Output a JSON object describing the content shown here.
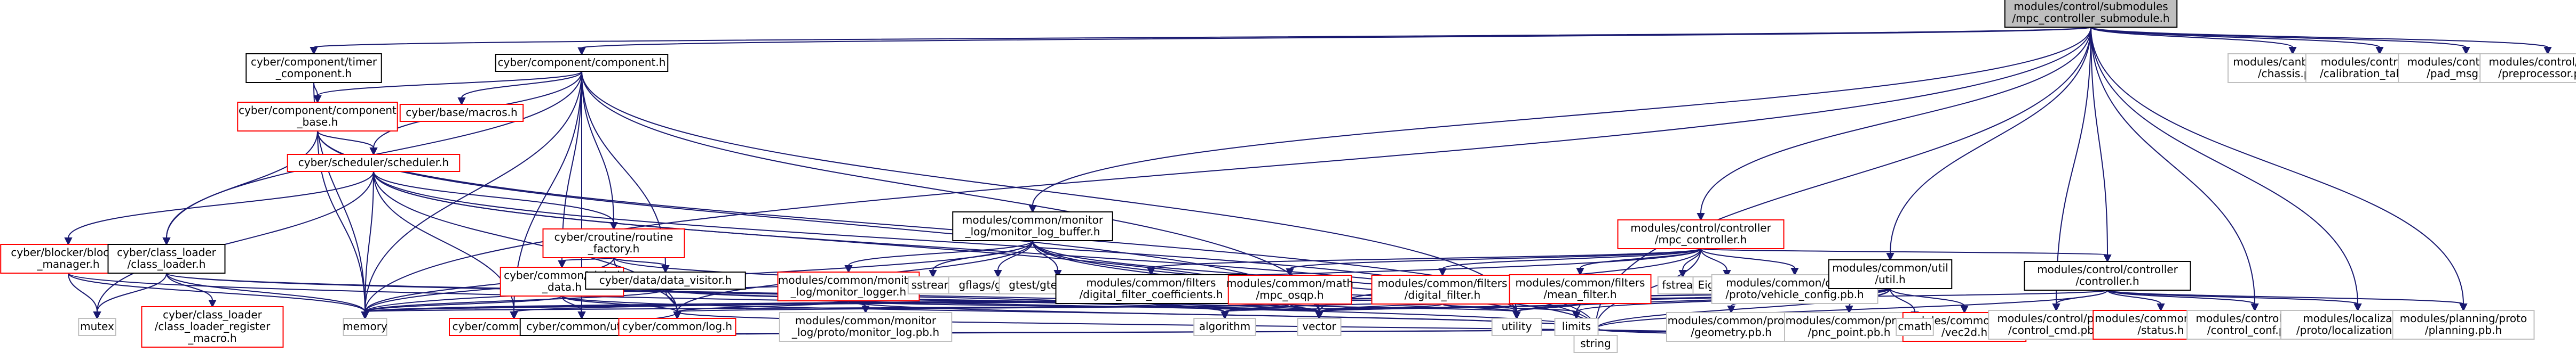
{
  "colors": {
    "edge": "#191970",
    "root_fill": "#bfbfbf",
    "root_stroke": "#000000",
    "internal_stroke": "#000000",
    "undocumented_stroke": "#ff0000",
    "external_stroke": "#bfbfbf",
    "node_fill": "#ffffff"
  },
  "nodes": [
    {
      "id": "root",
      "kind": "root",
      "lines": [
        "modules/control/submodules",
        "/mpc_controller_submodule.h"
      ]
    },
    {
      "id": "timer_component",
      "kind": "internal",
      "lines": [
        "cyber/component/timer",
        "_component.h"
      ]
    },
    {
      "id": "component",
      "kind": "internal",
      "lines": [
        "cyber/component/component.h"
      ]
    },
    {
      "id": "component_base",
      "kind": "undocumented",
      "lines": [
        "cyber/component/component",
        "_base.h"
      ]
    },
    {
      "id": "macros",
      "kind": "undocumented",
      "lines": [
        "cyber/base/macros.h"
      ]
    },
    {
      "id": "scheduler",
      "kind": "undocumented",
      "lines": [
        "cyber/scheduler/scheduler.h"
      ]
    },
    {
      "id": "blocker_manager",
      "kind": "undocumented",
      "lines": [
        "cyber/blocker/blocker",
        "_manager.h"
      ]
    },
    {
      "id": "class_loader",
      "kind": "internal",
      "lines": [
        "cyber/class_loader",
        "/class_loader.h"
      ]
    },
    {
      "id": "routine_factory",
      "kind": "undocumented",
      "lines": [
        "cyber/croutine/routine",
        "_factory.h"
      ]
    },
    {
      "id": "global_data",
      "kind": "undocumented",
      "lines": [
        "cyber/common/global",
        "_data.h"
      ]
    },
    {
      "id": "data_visitor",
      "kind": "internal",
      "lines": [
        "cyber/data/data_visitor.h"
      ]
    },
    {
      "id": "monitor_logger",
      "kind": "undocumented",
      "lines": [
        "modules/common/monitor",
        "_log/monitor_logger.h"
      ]
    },
    {
      "id": "mutex",
      "kind": "external",
      "lines": [
        "mutex"
      ]
    },
    {
      "id": "class_loader_register",
      "kind": "undocumented",
      "lines": [
        "cyber/class_loader",
        "/class_loader_register",
        "_macro.h"
      ]
    },
    {
      "id": "memory",
      "kind": "external",
      "lines": [
        "memory"
      ]
    },
    {
      "id": "types",
      "kind": "undocumented",
      "lines": [
        "cyber/common/types.h"
      ]
    },
    {
      "id": "util",
      "kind": "internal",
      "lines": [
        "cyber/common/util.h"
      ]
    },
    {
      "id": "log",
      "kind": "undocumented",
      "lines": [
        "cyber/common/log.h"
      ]
    },
    {
      "id": "monitor_log_pb",
      "kind": "external",
      "lines": [
        "modules/common/monitor",
        "_log/proto/monitor_log.pb.h"
      ]
    },
    {
      "id": "monitor_log_buffer",
      "kind": "internal",
      "lines": [
        "modules/common/monitor",
        "_log/monitor_log_buffer.h"
      ]
    },
    {
      "id": "sstream",
      "kind": "external",
      "lines": [
        "sstream"
      ]
    },
    {
      "id": "gflags",
      "kind": "external",
      "lines": [
        "gflags/gflags.h"
      ]
    },
    {
      "id": "gtest_prod",
      "kind": "external",
      "lines": [
        "gtest/gtest_prod.h"
      ]
    },
    {
      "id": "digital_filter_coefficients",
      "kind": "internal",
      "lines": [
        "modules/common/filters",
        "/digital_filter_coefficients.h"
      ]
    },
    {
      "id": "mpc_osqp",
      "kind": "undocumented",
      "lines": [
        "modules/common/math",
        "/mpc_osqp.h"
      ]
    },
    {
      "id": "digital_filter",
      "kind": "undocumented",
      "lines": [
        "modules/common/filters",
        "/digital_filter.h"
      ]
    },
    {
      "id": "mean_filter",
      "kind": "undocumented",
      "lines": [
        "modules/common/filters",
        "/mean_filter.h"
      ]
    },
    {
      "id": "mpc_controller",
      "kind": "undocumented",
      "lines": [
        "modules/control/controller",
        "/mpc_controller.h"
      ]
    },
    {
      "id": "fstream",
      "kind": "external",
      "lines": [
        "fstream"
      ]
    },
    {
      "id": "eigen",
      "kind": "external",
      "lines": [
        "Eigen/Core"
      ]
    },
    {
      "id": "vehicle_config",
      "kind": "external",
      "lines": [
        "modules/common/configs",
        "/proto/vehicle_config.pb.h"
      ]
    },
    {
      "id": "common_util",
      "kind": "internal",
      "lines": [
        "modules/common/util",
        "/util.h"
      ]
    },
    {
      "id": "controller",
      "kind": "internal",
      "lines": [
        "modules/control/controller",
        "/controller.h"
      ]
    },
    {
      "id": "vector",
      "kind": "external",
      "lines": [
        "vector"
      ]
    },
    {
      "id": "utility",
      "kind": "external",
      "lines": [
        "utility"
      ]
    },
    {
      "id": "algorithm",
      "kind": "external",
      "lines": [
        "algorithm"
      ]
    },
    {
      "id": "limits",
      "kind": "external",
      "lines": [
        "limits"
      ]
    },
    {
      "id": "string",
      "kind": "external",
      "lines": [
        "string"
      ]
    },
    {
      "id": "geometry_pb",
      "kind": "external",
      "lines": [
        "modules/common/proto",
        "/geometry.pb.h"
      ]
    },
    {
      "id": "pnc_point_pb",
      "kind": "external",
      "lines": [
        "modules/common/proto",
        "/pnc_point.pb.h"
      ]
    },
    {
      "id": "vec2d",
      "kind": "undocumented",
      "lines": [
        "modules/common/math",
        "/vec2d.h"
      ]
    },
    {
      "id": "cmath",
      "kind": "external",
      "lines": [
        "cmath"
      ]
    },
    {
      "id": "control_cmd_pb",
      "kind": "external",
      "lines": [
        "modules/control/proto",
        "/control_cmd.pb.h"
      ]
    },
    {
      "id": "status",
      "kind": "undocumented",
      "lines": [
        "modules/common/status",
        "/status.h"
      ]
    },
    {
      "id": "control_conf_pb",
      "kind": "external",
      "lines": [
        "modules/control/proto",
        "/control_conf.pb.h"
      ]
    },
    {
      "id": "localization_pb",
      "kind": "external",
      "lines": [
        "modules/localization",
        "/proto/localization.pb.h"
      ]
    },
    {
      "id": "planning_pb",
      "kind": "external",
      "lines": [
        "modules/planning/proto",
        "/planning.pb.h"
      ]
    },
    {
      "id": "chassis_pb",
      "kind": "external",
      "lines": [
        "modules/canbus/proto",
        "/chassis.pb.h"
      ]
    },
    {
      "id": "calibration_table_pb",
      "kind": "external",
      "lines": [
        "modules/control/proto",
        "/calibration_table.pb.h"
      ]
    },
    {
      "id": "pad_msg_pb",
      "kind": "external",
      "lines": [
        "modules/control/proto",
        "/pad_msg.pb.h"
      ]
    },
    {
      "id": "preprocessor_pb",
      "kind": "external",
      "lines": [
        "modules/control/proto",
        "/preprocessor.pb.h"
      ]
    }
  ],
  "edges": [
    [
      "root",
      "timer_component"
    ],
    [
      "root",
      "component"
    ],
    [
      "root",
      "memory"
    ],
    [
      "root",
      "string"
    ],
    [
      "root",
      "monitor_log_buffer"
    ],
    [
      "root",
      "mpc_controller"
    ],
    [
      "root",
      "common_util"
    ],
    [
      "root",
      "controller"
    ],
    [
      "root",
      "control_cmd_pb"
    ],
    [
      "root",
      "control_conf_pb"
    ],
    [
      "root",
      "localization_pb"
    ],
    [
      "root",
      "planning_pb"
    ],
    [
      "root",
      "chassis_pb"
    ],
    [
      "root",
      "calibration_table_pb"
    ],
    [
      "root",
      "pad_msg_pb"
    ],
    [
      "root",
      "preprocessor_pb"
    ],
    [
      "timer_component",
      "component_base"
    ],
    [
      "timer_component",
      "memory"
    ],
    [
      "component",
      "component_base"
    ],
    [
      "component",
      "macros"
    ],
    [
      "component",
      "scheduler"
    ],
    [
      "component",
      "class_loader"
    ],
    [
      "component",
      "routine_factory"
    ],
    [
      "component",
      "global_data"
    ],
    [
      "component",
      "data_visitor"
    ],
    [
      "component",
      "types"
    ],
    [
      "component",
      "util"
    ],
    [
      "component",
      "memory"
    ],
    [
      "component",
      "utility"
    ],
    [
      "component",
      "vector"
    ],
    [
      "component_base",
      "class_loader"
    ],
    [
      "component_base",
      "scheduler"
    ],
    [
      "component_base",
      "memory"
    ],
    [
      "component_base",
      "vector"
    ],
    [
      "component_base",
      "string"
    ],
    [
      "scheduler",
      "blocker_manager"
    ],
    [
      "scheduler",
      "routine_factory"
    ],
    [
      "scheduler",
      "types"
    ],
    [
      "scheduler",
      "log"
    ],
    [
      "scheduler",
      "memory"
    ],
    [
      "scheduler",
      "mutex"
    ],
    [
      "scheduler",
      "string"
    ],
    [
      "scheduler",
      "vector"
    ],
    [
      "scheduler",
      "utility"
    ],
    [
      "blocker_manager",
      "memory"
    ],
    [
      "blocker_manager",
      "mutex"
    ],
    [
      "blocker_manager",
      "string"
    ],
    [
      "class_loader",
      "class_loader_register"
    ],
    [
      "class_loader",
      "memory"
    ],
    [
      "class_loader",
      "mutex"
    ],
    [
      "class_loader",
      "vector"
    ],
    [
      "class_loader",
      "algorithm"
    ],
    [
      "routine_factory",
      "global_data"
    ],
    [
      "routine_factory",
      "data_visitor"
    ],
    [
      "routine_factory",
      "log"
    ],
    [
      "routine_factory",
      "memory"
    ],
    [
      "routine_factory",
      "utility"
    ],
    [
      "global_data",
      "util"
    ],
    [
      "global_data",
      "log"
    ],
    [
      "global_data",
      "memory"
    ],
    [
      "global_data",
      "string"
    ],
    [
      "data_visitor",
      "log"
    ],
    [
      "data_visitor",
      "memory"
    ],
    [
      "data_visitor",
      "vector"
    ],
    [
      "data_visitor",
      "algorithm"
    ],
    [
      "util",
      "string"
    ],
    [
      "types",
      "log"
    ],
    [
      "log",
      "string"
    ],
    [
      "monitor_log_buffer",
      "monitor_logger"
    ],
    [
      "monitor_log_buffer",
      "sstream"
    ],
    [
      "monitor_log_buffer",
      "gflags"
    ],
    [
      "monitor_log_buffer",
      "gtest_prod"
    ],
    [
      "monitor_log_buffer",
      "string"
    ],
    [
      "monitor_log_buffer",
      "vector"
    ],
    [
      "monitor_log_buffer",
      "memory"
    ],
    [
      "monitor_log_buffer",
      "utility"
    ],
    [
      "monitor_log_buffer",
      "log"
    ],
    [
      "monitor_logger",
      "monitor_log_pb"
    ],
    [
      "monitor_logger",
      "string"
    ],
    [
      "monitor_logger",
      "vector"
    ],
    [
      "monitor_logger",
      "memory"
    ],
    [
      "monitor_logger",
      "log"
    ],
    [
      "mpc_controller",
      "digital_filter_coefficients"
    ],
    [
      "mpc_controller",
      "mpc_osqp"
    ],
    [
      "mpc_controller",
      "digital_filter"
    ],
    [
      "mpc_controller",
      "mean_filter"
    ],
    [
      "mpc_controller",
      "fstream"
    ],
    [
      "mpc_controller",
      "eigen"
    ],
    [
      "mpc_controller",
      "vehicle_config"
    ],
    [
      "mpc_controller",
      "controller"
    ],
    [
      "mpc_controller",
      "memory"
    ],
    [
      "mpc_controller",
      "string"
    ],
    [
      "mpc_controller",
      "vector"
    ],
    [
      "digital_filter_coefficients",
      "vector"
    ],
    [
      "mpc_osqp",
      "algorithm"
    ],
    [
      "mpc_osqp",
      "vector"
    ],
    [
      "mpc_osqp",
      "utility"
    ],
    [
      "mpc_osqp",
      "memory"
    ],
    [
      "mpc_osqp",
      "log"
    ],
    [
      "digital_filter",
      "vector"
    ],
    [
      "digital_filter",
      "utility"
    ],
    [
      "digital_filter",
      "limits"
    ],
    [
      "mean_filter",
      "vector"
    ],
    [
      "mean_filter",
      "utility"
    ],
    [
      "mean_filter",
      "limits"
    ],
    [
      "mean_filter",
      "algorithm"
    ],
    [
      "common_util",
      "vector"
    ],
    [
      "common_util",
      "utility"
    ],
    [
      "common_util",
      "algorithm"
    ],
    [
      "common_util",
      "limits"
    ],
    [
      "common_util",
      "memory"
    ],
    [
      "common_util",
      "string"
    ],
    [
      "common_util",
      "geometry_pb"
    ],
    [
      "common_util",
      "pnc_point_pb"
    ],
    [
      "common_util",
      "vec2d"
    ],
    [
      "common_util",
      "cmath"
    ],
    [
      "common_util",
      "types"
    ],
    [
      "vec2d",
      "string"
    ],
    [
      "vec2d",
      "log"
    ],
    [
      "controller",
      "control_cmd_pb"
    ],
    [
      "controller",
      "status"
    ],
    [
      "controller",
      "control_conf_pb"
    ],
    [
      "controller",
      "localization_pb"
    ],
    [
      "controller",
      "planning_pb"
    ],
    [
      "controller",
      "memory"
    ],
    [
      "controller",
      "string"
    ],
    [
      "status",
      "string"
    ]
  ]
}
